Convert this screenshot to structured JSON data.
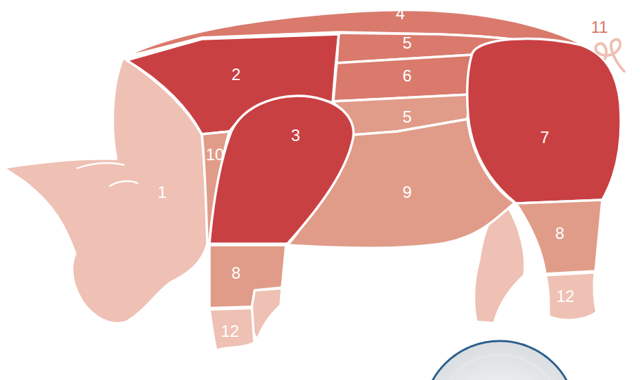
{
  "diagram": {
    "labels": [
      "4",
      "11",
      "5",
      "2",
      "6",
      "5",
      "3",
      "10",
      "7",
      "1",
      "9",
      "8",
      "8",
      "12",
      "12"
    ]
  }
}
